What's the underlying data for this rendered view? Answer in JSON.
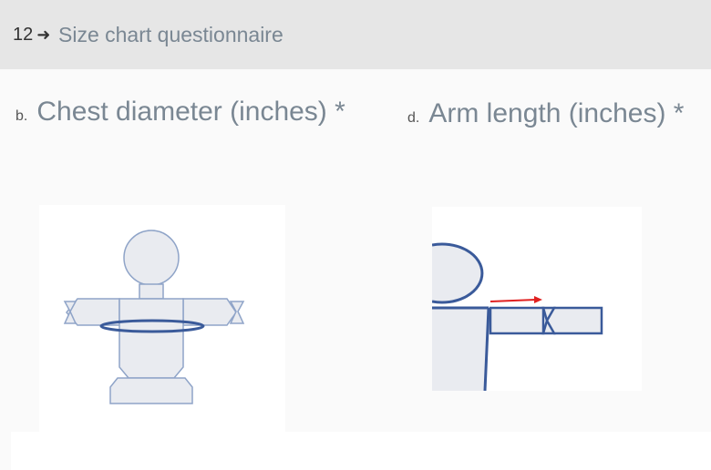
{
  "header": {
    "question_number": "12",
    "arrow_icon": "arrow-right-icon",
    "title": "Size chart questionnaire"
  },
  "subquestions": [
    {
      "letter": "b.",
      "label": "Chest diameter (inches) *"
    },
    {
      "letter": "d.",
      "label": "Arm length (inches) *"
    }
  ],
  "colors": {
    "header_bg": "#e6e6e6",
    "title_gray": "#7a8793",
    "figure_fill": "#e9ebf0",
    "figure_stroke": "#8fa4c8",
    "measure_blue": "#3a5a9a",
    "measure_red": "#e02020"
  }
}
